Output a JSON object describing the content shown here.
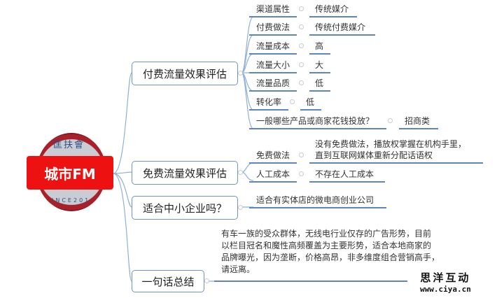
{
  "root": {
    "label": "城市FM",
    "logo_top_text": "匡扶會",
    "logo_bottom_text": "INCE201"
  },
  "branches": [
    {
      "label": "付费流量效果评估",
      "children": [
        {
          "key": "渠道属性",
          "value": "传统媒介"
        },
        {
          "key": "付费做法",
          "value": "传统付费媒介"
        },
        {
          "key": "流量成本",
          "value": "高"
        },
        {
          "key": "流量大小",
          "value": "大"
        },
        {
          "key": "流量品质",
          "value": "低"
        },
        {
          "key": "转化率",
          "value": "低"
        },
        {
          "key": "一般哪些产品或商家花钱投放？",
          "value": "招商类"
        }
      ]
    },
    {
      "label": "免费流量效果评估",
      "children": [
        {
          "key": "免费做法",
          "value_line1": "没有免费做法，播放权掌握在机构手里，",
          "value_line2": "直到互联网媒体重新分配话语权"
        },
        {
          "key": "人工成本",
          "value": "不存在人工成本"
        }
      ]
    },
    {
      "label": "适合中小企业吗？",
      "children": [
        {
          "text": "适合有实体店的微电商创业公司"
        }
      ]
    },
    {
      "label": "一句话总结",
      "children": [
        {
          "text": "有车一族的受众群体，无线电行业仅存的广告形势，目前\n以栏目冠名和魔性高频覆盖为主要形势，适合本地商家的\n品牌曝光，因为垄断，价格高昂，非多维度组合营销高手，\n请远离。"
        }
      ]
    }
  ],
  "watermark": {
    "line1": "思洋互动",
    "line2": "www.ciya.cn"
  },
  "colors": {
    "line": "#6d95c6",
    "underline": "#5b86bf",
    "banner": "#ee1111"
  }
}
